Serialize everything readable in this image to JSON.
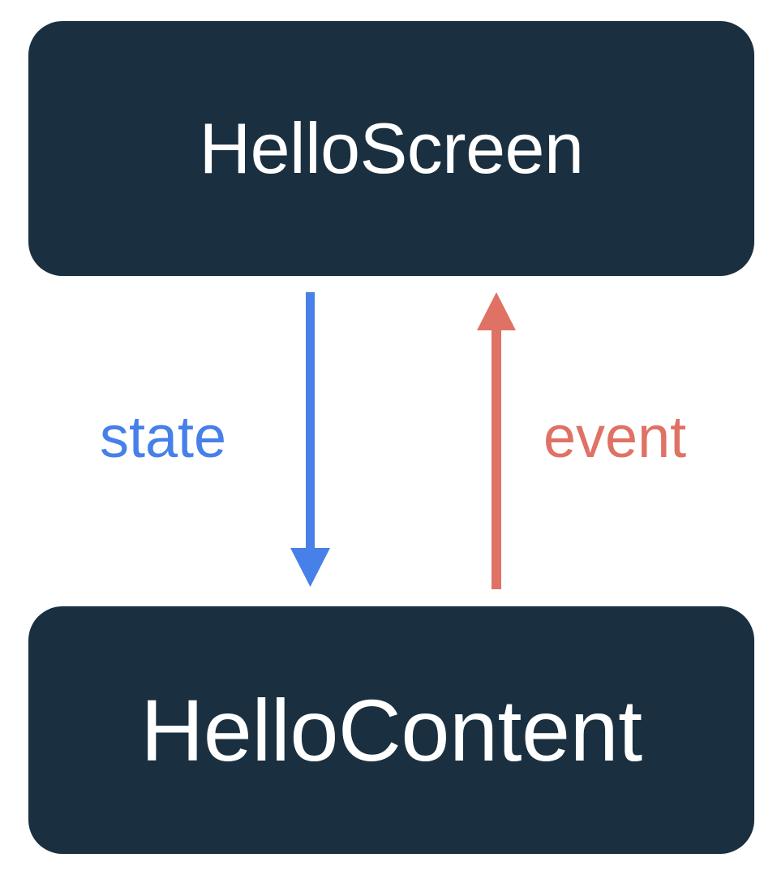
{
  "diagram": {
    "type": "unidirectional-data-flow",
    "background_color": "#ffffff",
    "nodes": [
      {
        "id": "hello-screen",
        "label": "HelloScreen",
        "fill_color": "#1a3040",
        "text_color": "#ffffff"
      },
      {
        "id": "hello-content",
        "label": "HelloContent",
        "fill_color": "#1a3040",
        "text_color": "#ffffff"
      }
    ],
    "edges": [
      {
        "id": "state-edge",
        "label": "state",
        "color": "#4780e8",
        "from": "HelloScreen",
        "to": "HelloContent",
        "direction": "down"
      },
      {
        "id": "event-edge",
        "label": "event",
        "color": "#df7265",
        "from": "HelloContent",
        "to": "HelloScreen",
        "direction": "up"
      }
    ]
  }
}
